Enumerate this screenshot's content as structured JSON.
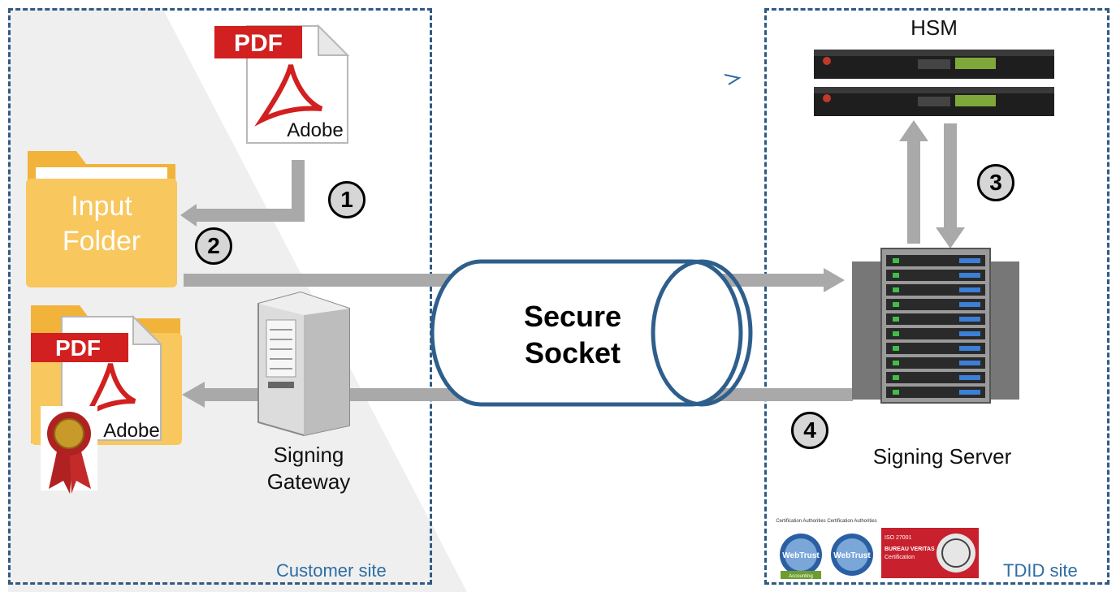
{
  "pdf_icon": {
    "badge": "PDF",
    "brand": "Adobe"
  },
  "signed_pdf_icon": {
    "badge": "PDF",
    "brand": "Adobe"
  },
  "input_folder": {
    "line1": "Input",
    "line2": "Folder"
  },
  "gateway": {
    "line1": "Signing",
    "line2": "Gateway"
  },
  "secure_socket": {
    "line1": "Secure",
    "line2": "Socket"
  },
  "hsm": {
    "label": "HSM"
  },
  "signing_server": {
    "label": "Signing Server"
  },
  "steps": [
    "1",
    "2",
    "3",
    "4"
  ],
  "customer_site": {
    "label": "Customer site"
  },
  "tdid_site": {
    "label": "TDID site"
  },
  "badges": {
    "webtrust1": {
      "top": "Certification Authorities",
      "name": "WebTrust",
      "ribbon": "Accounting"
    },
    "webtrust2": {
      "top": "Certification Authorities",
      "name": "WebTrust"
    },
    "bureau": {
      "line1": "ISO 27001",
      "line2": "BUREAU VERITAS",
      "line3": "Certification"
    }
  },
  "colors": {
    "border": "#2e5b84",
    "arrow": "#a9a9a9",
    "folder": "#f8c75e",
    "pdf_red": "#d21f1f",
    "site_label": "#2e6da4"
  }
}
